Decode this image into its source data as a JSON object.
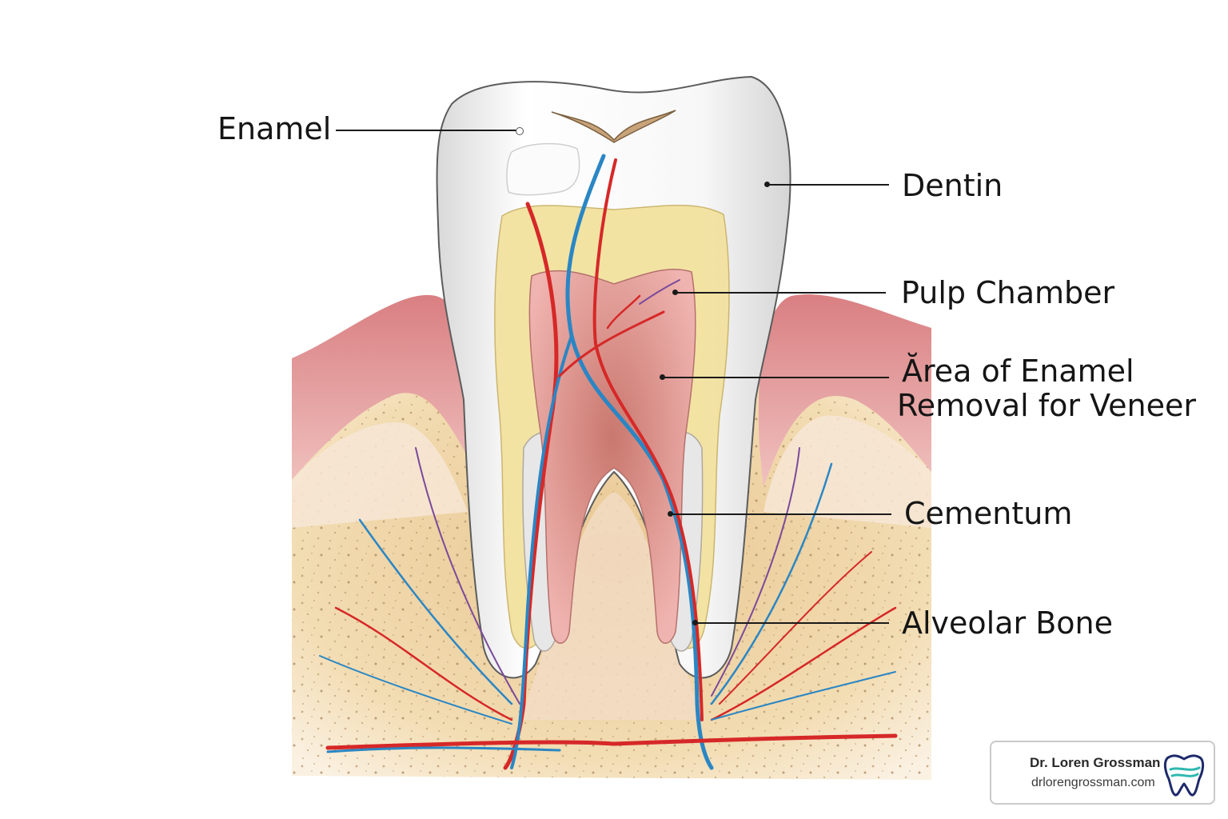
{
  "labels": {
    "enamel": "Enamel",
    "dentin": "Dentin",
    "pulp_chamber": "Pulp Chamber",
    "enamel_removal_line1": "Ărea of Enamel",
    "enamel_removal_line2": "Removal for Veneer",
    "cementum": "Cementum",
    "alveolar_bone": "Alveolar Bone"
  },
  "watermark": {
    "name": "Dr. Loren Grossman",
    "site": "drlorengrossman.com",
    "logo_icon": "tooth-logo-icon"
  },
  "colors": {
    "gum": "#e29a9a",
    "bone": "#efd4a4",
    "enamel": "#f4f4f4",
    "dentin": "#f3e7a6",
    "pulp": "#e9a2a0",
    "artery": "#d62828",
    "vein": "#2a86c4",
    "label_text": "#151515"
  }
}
